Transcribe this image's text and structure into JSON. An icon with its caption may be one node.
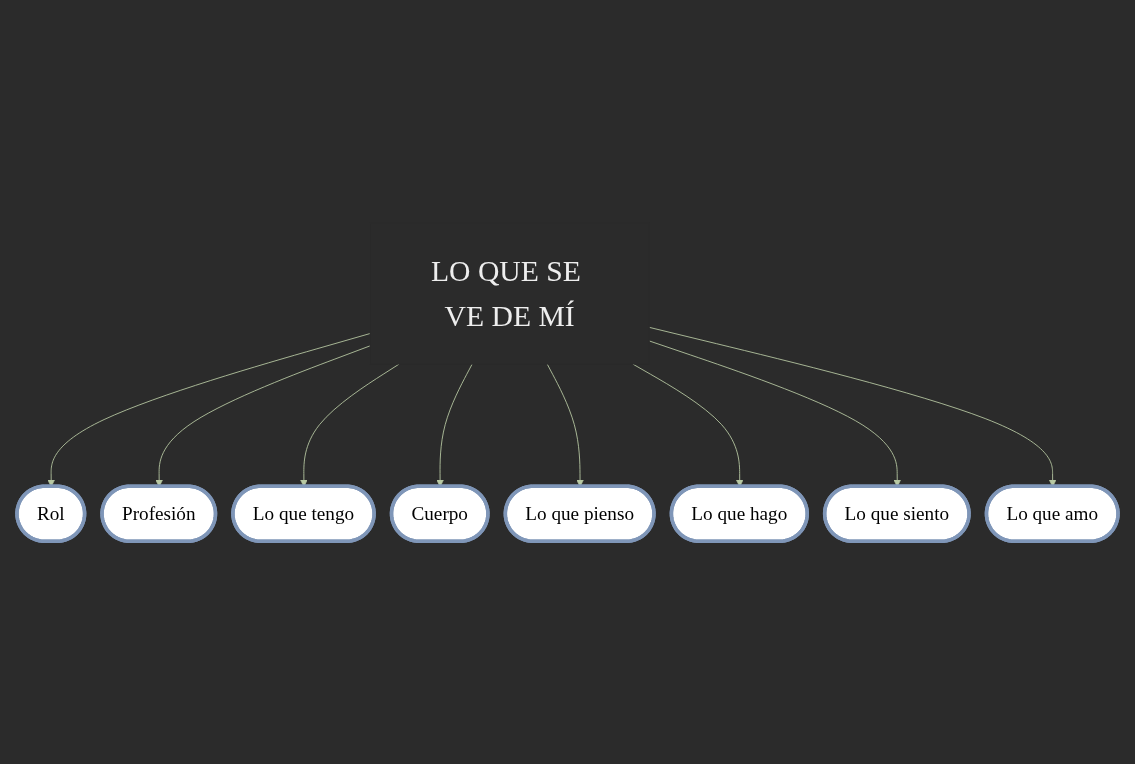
{
  "diagram": {
    "nodes": [
      {
        "text": [
          "Rol"
        ]
      },
      {
        "text": [
          "Profesión"
        ]
      },
      {
        "text": [
          "Lo que tengo"
        ]
      },
      {
        "text": [
          "Cuerpo"
        ]
      },
      {
        "text": [
          "LO QUE SE VE DE MÍ"
        ]
      },
      {
        "text": [
          "Lo que pienso"
        ]
      },
      {
        "text": [
          "Lo que hago"
        ]
      },
      {
        "text": [
          "Lo que siento"
        ]
      },
      {
        "text": [
          "Lo que amo"
        ]
      }
    ],
    "edges": [
      {
        "from": 4,
        "to": 0,
        "arrow": "to"
      },
      {
        "from": 4,
        "to": 1,
        "arrow": "to"
      },
      {
        "from": 4,
        "to": 2,
        "arrow": "to"
      },
      {
        "from": 4,
        "to": 3,
        "arrow": "to"
      },
      {
        "from": 4,
        "to": 5,
        "arrow": "to"
      },
      {
        "from": 4,
        "to": 6,
        "arrow": "to"
      },
      {
        "from": 4,
        "to": 7,
        "arrow": "to"
      },
      {
        "from": 4,
        "to": 8,
        "arrow": "to"
      }
    ]
  }
}
